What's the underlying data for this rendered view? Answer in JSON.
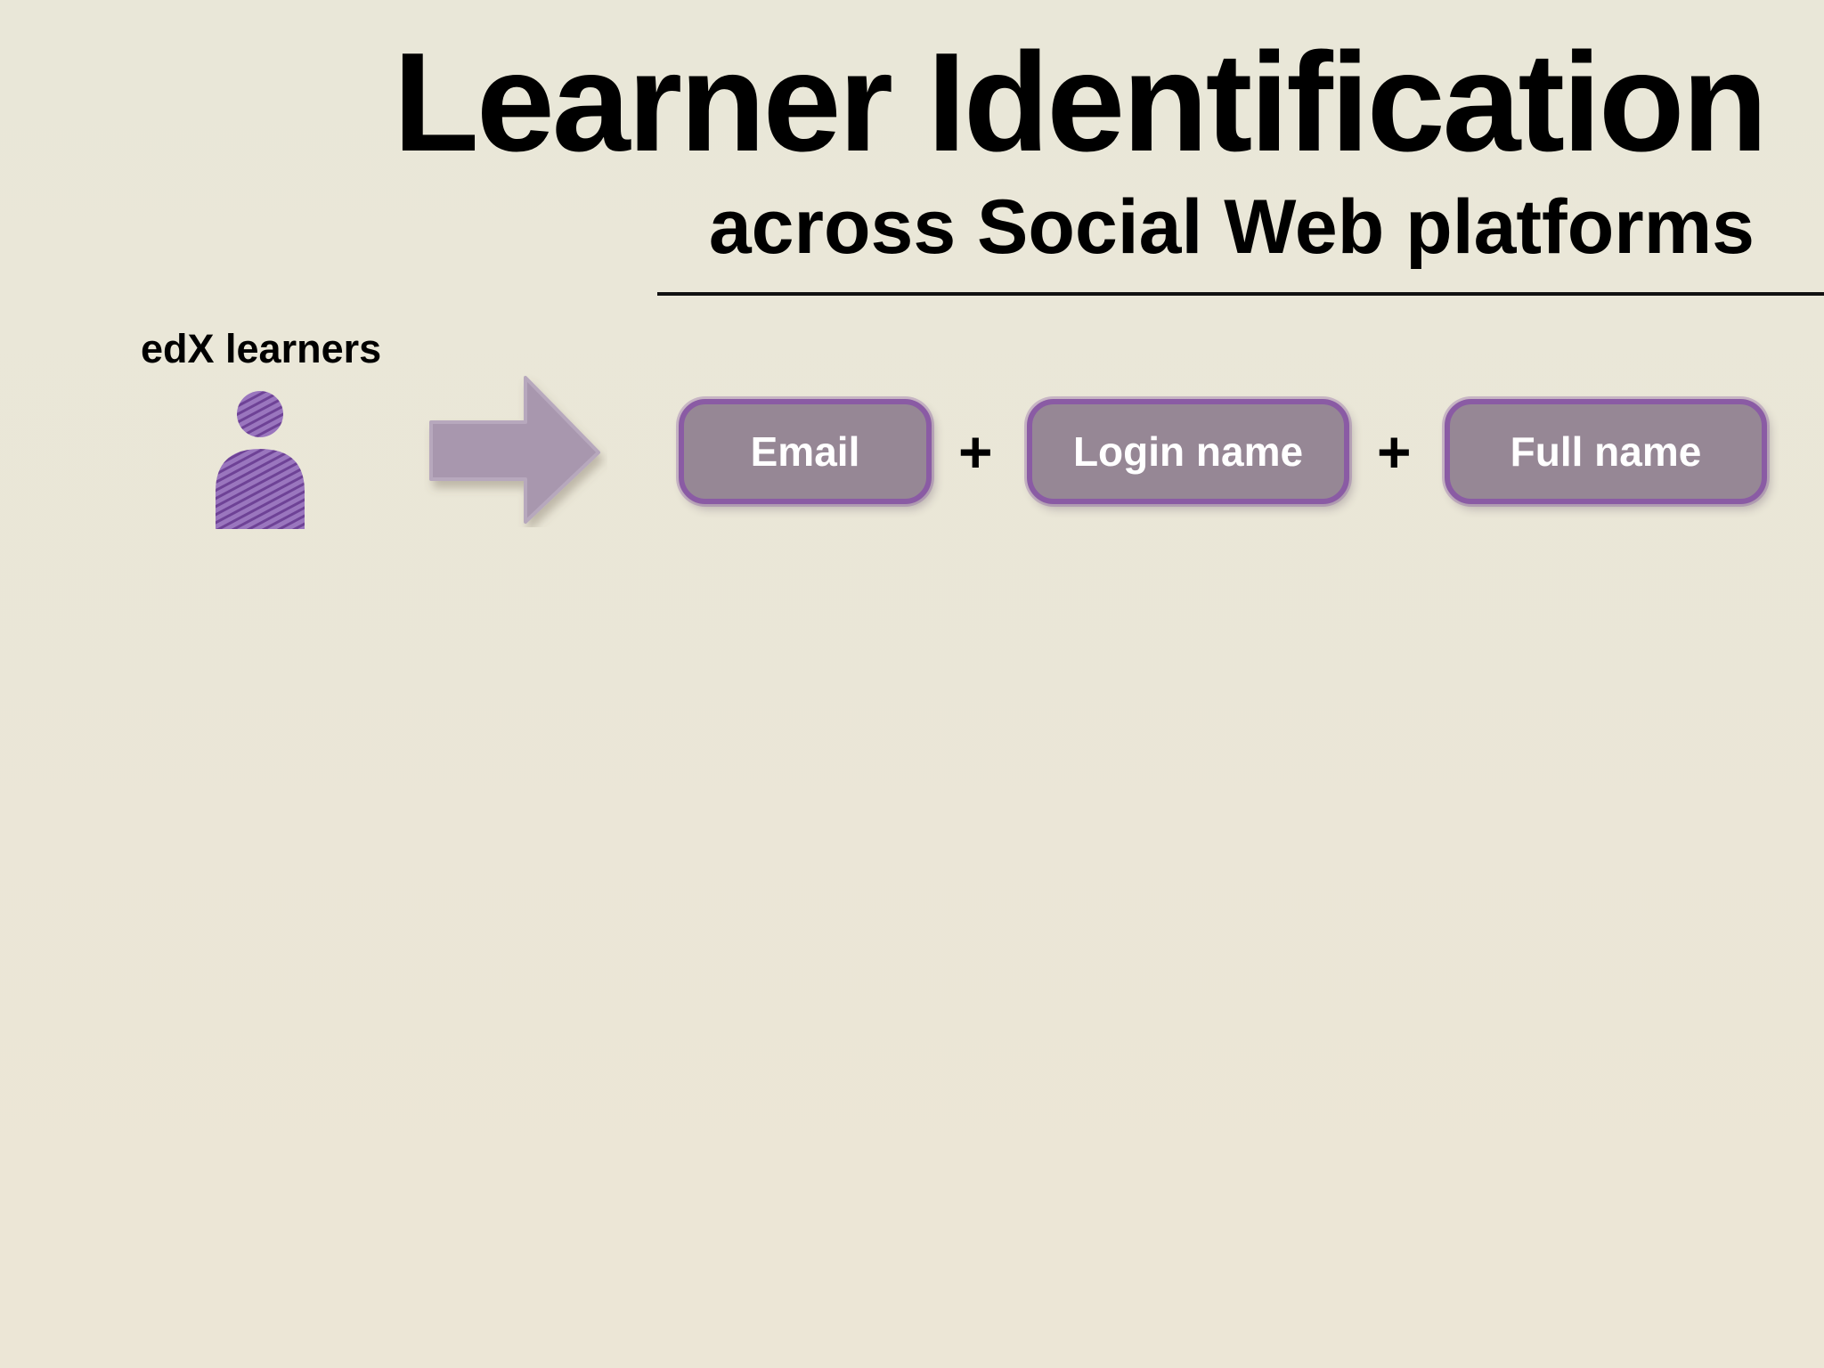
{
  "title": "Learner Identification",
  "subtitle": "across Social Web platforms",
  "group_label": "edX learners",
  "identifiers": [
    {
      "label": "Email"
    },
    {
      "label": "Login name"
    },
    {
      "label": "Full name"
    }
  ],
  "operator": "+",
  "colors": {
    "background": "#EAE6D6",
    "text": "#000000",
    "pill_fill": "#968795",
    "pill_border": "#8A5BA4",
    "person": "#7E55A8",
    "arrow": "#A897AE"
  },
  "icons": {
    "learner": "person-icon",
    "flow": "right-arrow-icon"
  }
}
